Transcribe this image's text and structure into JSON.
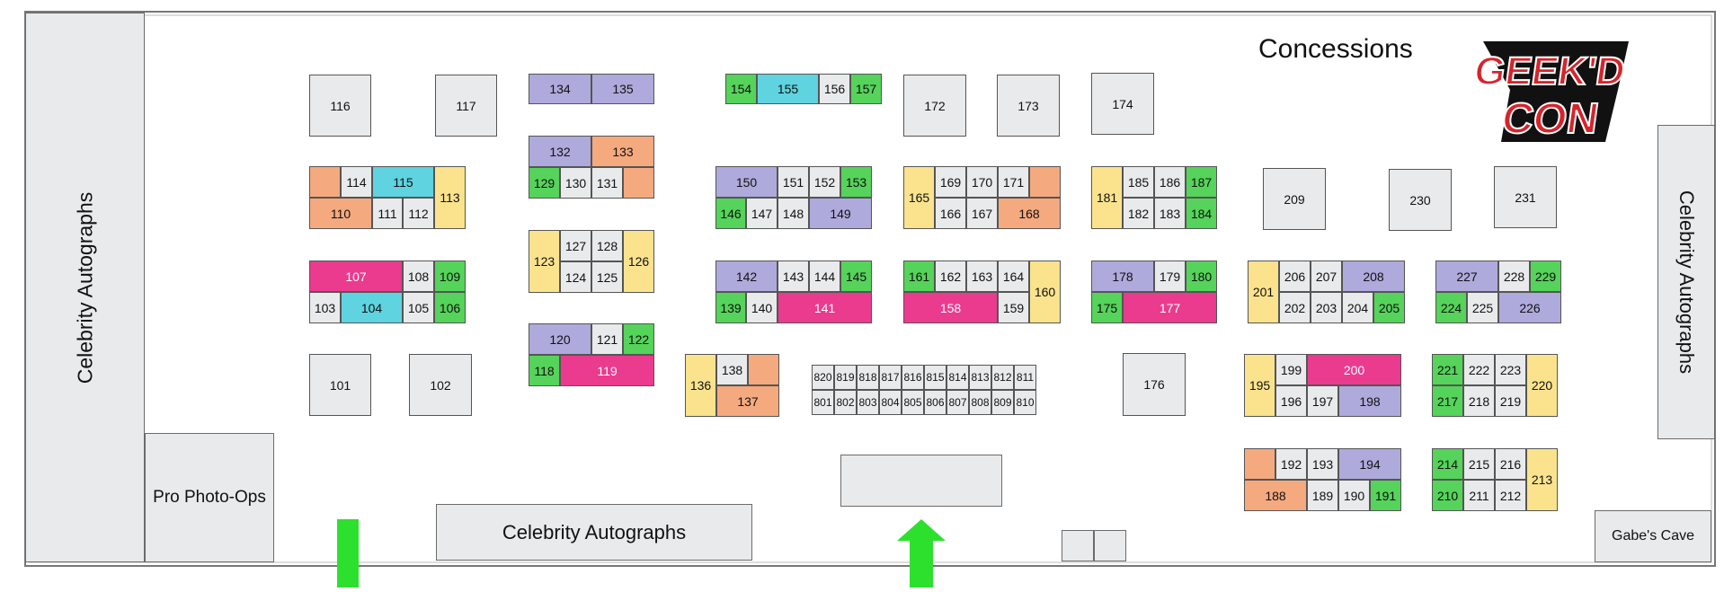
{
  "colors": {
    "gray": "#e9eaeb",
    "orange": "#f5a97f",
    "cyan": "#5fd3df",
    "yellow": "#fbe38e",
    "purple": "#aeaadc",
    "green": "#55d35a",
    "pink": "#ea3b8f",
    "arrow": "#2ee02e",
    "logo_red": "#d8232a"
  },
  "title": "Concessions",
  "logo": {
    "line1": "GEEK'D",
    "line2": "CON"
  },
  "areas": {
    "celebrity_left": "Celebrity Autographs",
    "celebrity_right": "Celebrity Autographs",
    "celebrity_bottom": "Celebrity Autographs",
    "pro_photo_ops": "Pro Photo-Ops",
    "gabes_cave": "Gabe's Cave"
  },
  "booths": [
    {
      "id": "116",
      "c": "gray"
    },
    {
      "id": "117",
      "c": "gray"
    },
    {
      "id": "134",
      "c": "purple"
    },
    {
      "id": "135",
      "c": "purple"
    },
    {
      "id": "154",
      "c": "green"
    },
    {
      "id": "155",
      "c": "cyan"
    },
    {
      "id": "156",
      "c": "gray"
    },
    {
      "id": "157",
      "c": "green"
    },
    {
      "id": "172",
      "c": "gray"
    },
    {
      "id": "173",
      "c": "gray"
    },
    {
      "id": "174",
      "c": "gray"
    },
    {
      "id": "114",
      "c": "gray"
    },
    {
      "id": "115",
      "c": "cyan"
    },
    {
      "id": "113",
      "c": "yellow"
    },
    {
      "id": "110",
      "c": "orange"
    },
    {
      "id": "111",
      "c": "gray"
    },
    {
      "id": "112",
      "c": "gray"
    },
    {
      "id": "132",
      "c": "purple"
    },
    {
      "id": "133",
      "c": "orange"
    },
    {
      "id": "129",
      "c": "green"
    },
    {
      "id": "130",
      "c": "gray"
    },
    {
      "id": "131",
      "c": "gray"
    },
    {
      "id": "150",
      "c": "purple"
    },
    {
      "id": "151",
      "c": "gray"
    },
    {
      "id": "152",
      "c": "gray"
    },
    {
      "id": "153",
      "c": "green"
    },
    {
      "id": "146",
      "c": "green"
    },
    {
      "id": "147",
      "c": "gray"
    },
    {
      "id": "148",
      "c": "gray"
    },
    {
      "id": "149",
      "c": "purple"
    },
    {
      "id": "165",
      "c": "yellow"
    },
    {
      "id": "169",
      "c": "gray"
    },
    {
      "id": "170",
      "c": "gray"
    },
    {
      "id": "171",
      "c": "gray"
    },
    {
      "id": "166",
      "c": "gray"
    },
    {
      "id": "167",
      "c": "gray"
    },
    {
      "id": "168",
      "c": "orange"
    },
    {
      "id": "181",
      "c": "yellow"
    },
    {
      "id": "185",
      "c": "gray"
    },
    {
      "id": "186",
      "c": "gray"
    },
    {
      "id": "187",
      "c": "green"
    },
    {
      "id": "182",
      "c": "gray"
    },
    {
      "id": "183",
      "c": "gray"
    },
    {
      "id": "184",
      "c": "green"
    },
    {
      "id": "209",
      "c": "gray"
    },
    {
      "id": "230",
      "c": "gray"
    },
    {
      "id": "231",
      "c": "gray"
    },
    {
      "id": "107",
      "c": "pink"
    },
    {
      "id": "108",
      "c": "gray"
    },
    {
      "id": "109",
      "c": "green"
    },
    {
      "id": "103",
      "c": "gray"
    },
    {
      "id": "104",
      "c": "cyan"
    },
    {
      "id": "105",
      "c": "gray"
    },
    {
      "id": "106",
      "c": "green"
    },
    {
      "id": "123",
      "c": "yellow"
    },
    {
      "id": "127",
      "c": "gray"
    },
    {
      "id": "128",
      "c": "gray"
    },
    {
      "id": "126",
      "c": "yellow"
    },
    {
      "id": "124",
      "c": "gray"
    },
    {
      "id": "125",
      "c": "gray"
    },
    {
      "id": "142",
      "c": "purple"
    },
    {
      "id": "143",
      "c": "gray"
    },
    {
      "id": "144",
      "c": "gray"
    },
    {
      "id": "145",
      "c": "green"
    },
    {
      "id": "139",
      "c": "green"
    },
    {
      "id": "140",
      "c": "gray"
    },
    {
      "id": "141",
      "c": "pink"
    },
    {
      "id": "161",
      "c": "green"
    },
    {
      "id": "162",
      "c": "gray"
    },
    {
      "id": "163",
      "c": "gray"
    },
    {
      "id": "164",
      "c": "gray"
    },
    {
      "id": "158",
      "c": "pink"
    },
    {
      "id": "159",
      "c": "gray"
    },
    {
      "id": "160",
      "c": "yellow"
    },
    {
      "id": "178",
      "c": "purple"
    },
    {
      "id": "179",
      "c": "gray"
    },
    {
      "id": "180",
      "c": "green"
    },
    {
      "id": "175",
      "c": "green"
    },
    {
      "id": "177",
      "c": "pink"
    },
    {
      "id": "201",
      "c": "yellow"
    },
    {
      "id": "206",
      "c": "gray"
    },
    {
      "id": "207",
      "c": "gray"
    },
    {
      "id": "208",
      "c": "purple"
    },
    {
      "id": "202",
      "c": "gray"
    },
    {
      "id": "203",
      "c": "gray"
    },
    {
      "id": "204",
      "c": "gray"
    },
    {
      "id": "205",
      "c": "green"
    },
    {
      "id": "227",
      "c": "purple"
    },
    {
      "id": "228",
      "c": "gray"
    },
    {
      "id": "229",
      "c": "green"
    },
    {
      "id": "224",
      "c": "green"
    },
    {
      "id": "225",
      "c": "gray"
    },
    {
      "id": "226",
      "c": "purple"
    },
    {
      "id": "101",
      "c": "gray"
    },
    {
      "id": "102",
      "c": "gray"
    },
    {
      "id": "120",
      "c": "purple"
    },
    {
      "id": "121",
      "c": "gray"
    },
    {
      "id": "122",
      "c": "green"
    },
    {
      "id": "118",
      "c": "green"
    },
    {
      "id": "119",
      "c": "pink"
    },
    {
      "id": "136",
      "c": "yellow"
    },
    {
      "id": "138",
      "c": "gray"
    },
    {
      "id": "137",
      "c": "orange"
    },
    {
      "id": "820",
      "c": "gray"
    },
    {
      "id": "819",
      "c": "gray"
    },
    {
      "id": "818",
      "c": "gray"
    },
    {
      "id": "817",
      "c": "gray"
    },
    {
      "id": "816",
      "c": "gray"
    },
    {
      "id": "815",
      "c": "gray"
    },
    {
      "id": "814",
      "c": "gray"
    },
    {
      "id": "813",
      "c": "gray"
    },
    {
      "id": "812",
      "c": "gray"
    },
    {
      "id": "811",
      "c": "gray"
    },
    {
      "id": "801",
      "c": "gray"
    },
    {
      "id": "802",
      "c": "gray"
    },
    {
      "id": "803",
      "c": "gray"
    },
    {
      "id": "804",
      "c": "gray"
    },
    {
      "id": "805",
      "c": "gray"
    },
    {
      "id": "806",
      "c": "gray"
    },
    {
      "id": "807",
      "c": "gray"
    },
    {
      "id": "808",
      "c": "gray"
    },
    {
      "id": "809",
      "c": "gray"
    },
    {
      "id": "810",
      "c": "gray"
    },
    {
      "id": "176",
      "c": "gray"
    },
    {
      "id": "195",
      "c": "yellow"
    },
    {
      "id": "199",
      "c": "gray"
    },
    {
      "id": "200",
      "c": "pink"
    },
    {
      "id": "196",
      "c": "gray"
    },
    {
      "id": "197",
      "c": "gray"
    },
    {
      "id": "198",
      "c": "purple"
    },
    {
      "id": "221",
      "c": "green"
    },
    {
      "id": "222",
      "c": "gray"
    },
    {
      "id": "223",
      "c": "gray"
    },
    {
      "id": "220",
      "c": "yellow"
    },
    {
      "id": "217",
      "c": "green"
    },
    {
      "id": "218",
      "c": "gray"
    },
    {
      "id": "219",
      "c": "gray"
    },
    {
      "id": "192",
      "c": "gray"
    },
    {
      "id": "193",
      "c": "gray"
    },
    {
      "id": "194",
      "c": "purple"
    },
    {
      "id": "188",
      "c": "orange"
    },
    {
      "id": "189",
      "c": "gray"
    },
    {
      "id": "190",
      "c": "gray"
    },
    {
      "id": "191",
      "c": "green"
    },
    {
      "id": "214",
      "c": "green"
    },
    {
      "id": "215",
      "c": "gray"
    },
    {
      "id": "216",
      "c": "gray"
    },
    {
      "id": "213",
      "c": "yellow"
    },
    {
      "id": "210",
      "c": "green"
    },
    {
      "id": "211",
      "c": "gray"
    },
    {
      "id": "212",
      "c": "gray"
    }
  ]
}
